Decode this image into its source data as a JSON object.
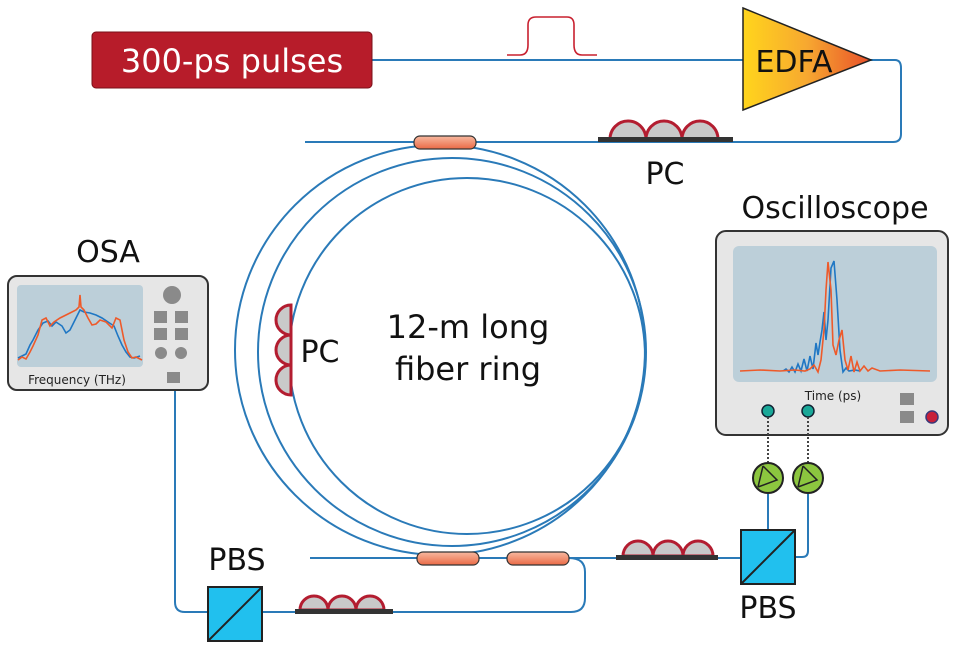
{
  "source": {
    "label": "300-ps pulses",
    "color": "#b71c2a"
  },
  "amplifier": {
    "label": "EDFA"
  },
  "ring": {
    "line1": "12-m long",
    "line2": "fiber ring"
  },
  "polarization_controllers": {
    "top": "PC",
    "left": "PC"
  },
  "splitters": {
    "left": "PBS",
    "right": "PBS"
  },
  "osa": {
    "title": "OSA",
    "axis_label": "Frequency (THz)"
  },
  "oscilloscope": {
    "title": "Oscilloscope",
    "axis_label": "Time (ps)"
  },
  "colors": {
    "fiber": "#2a7ab8",
    "trace_blue": "#1f77c4",
    "trace_orange": "#ee5a2a",
    "pbs": "#21c0ee",
    "detector": "#8cc63f",
    "screen": "#bccfd9"
  }
}
